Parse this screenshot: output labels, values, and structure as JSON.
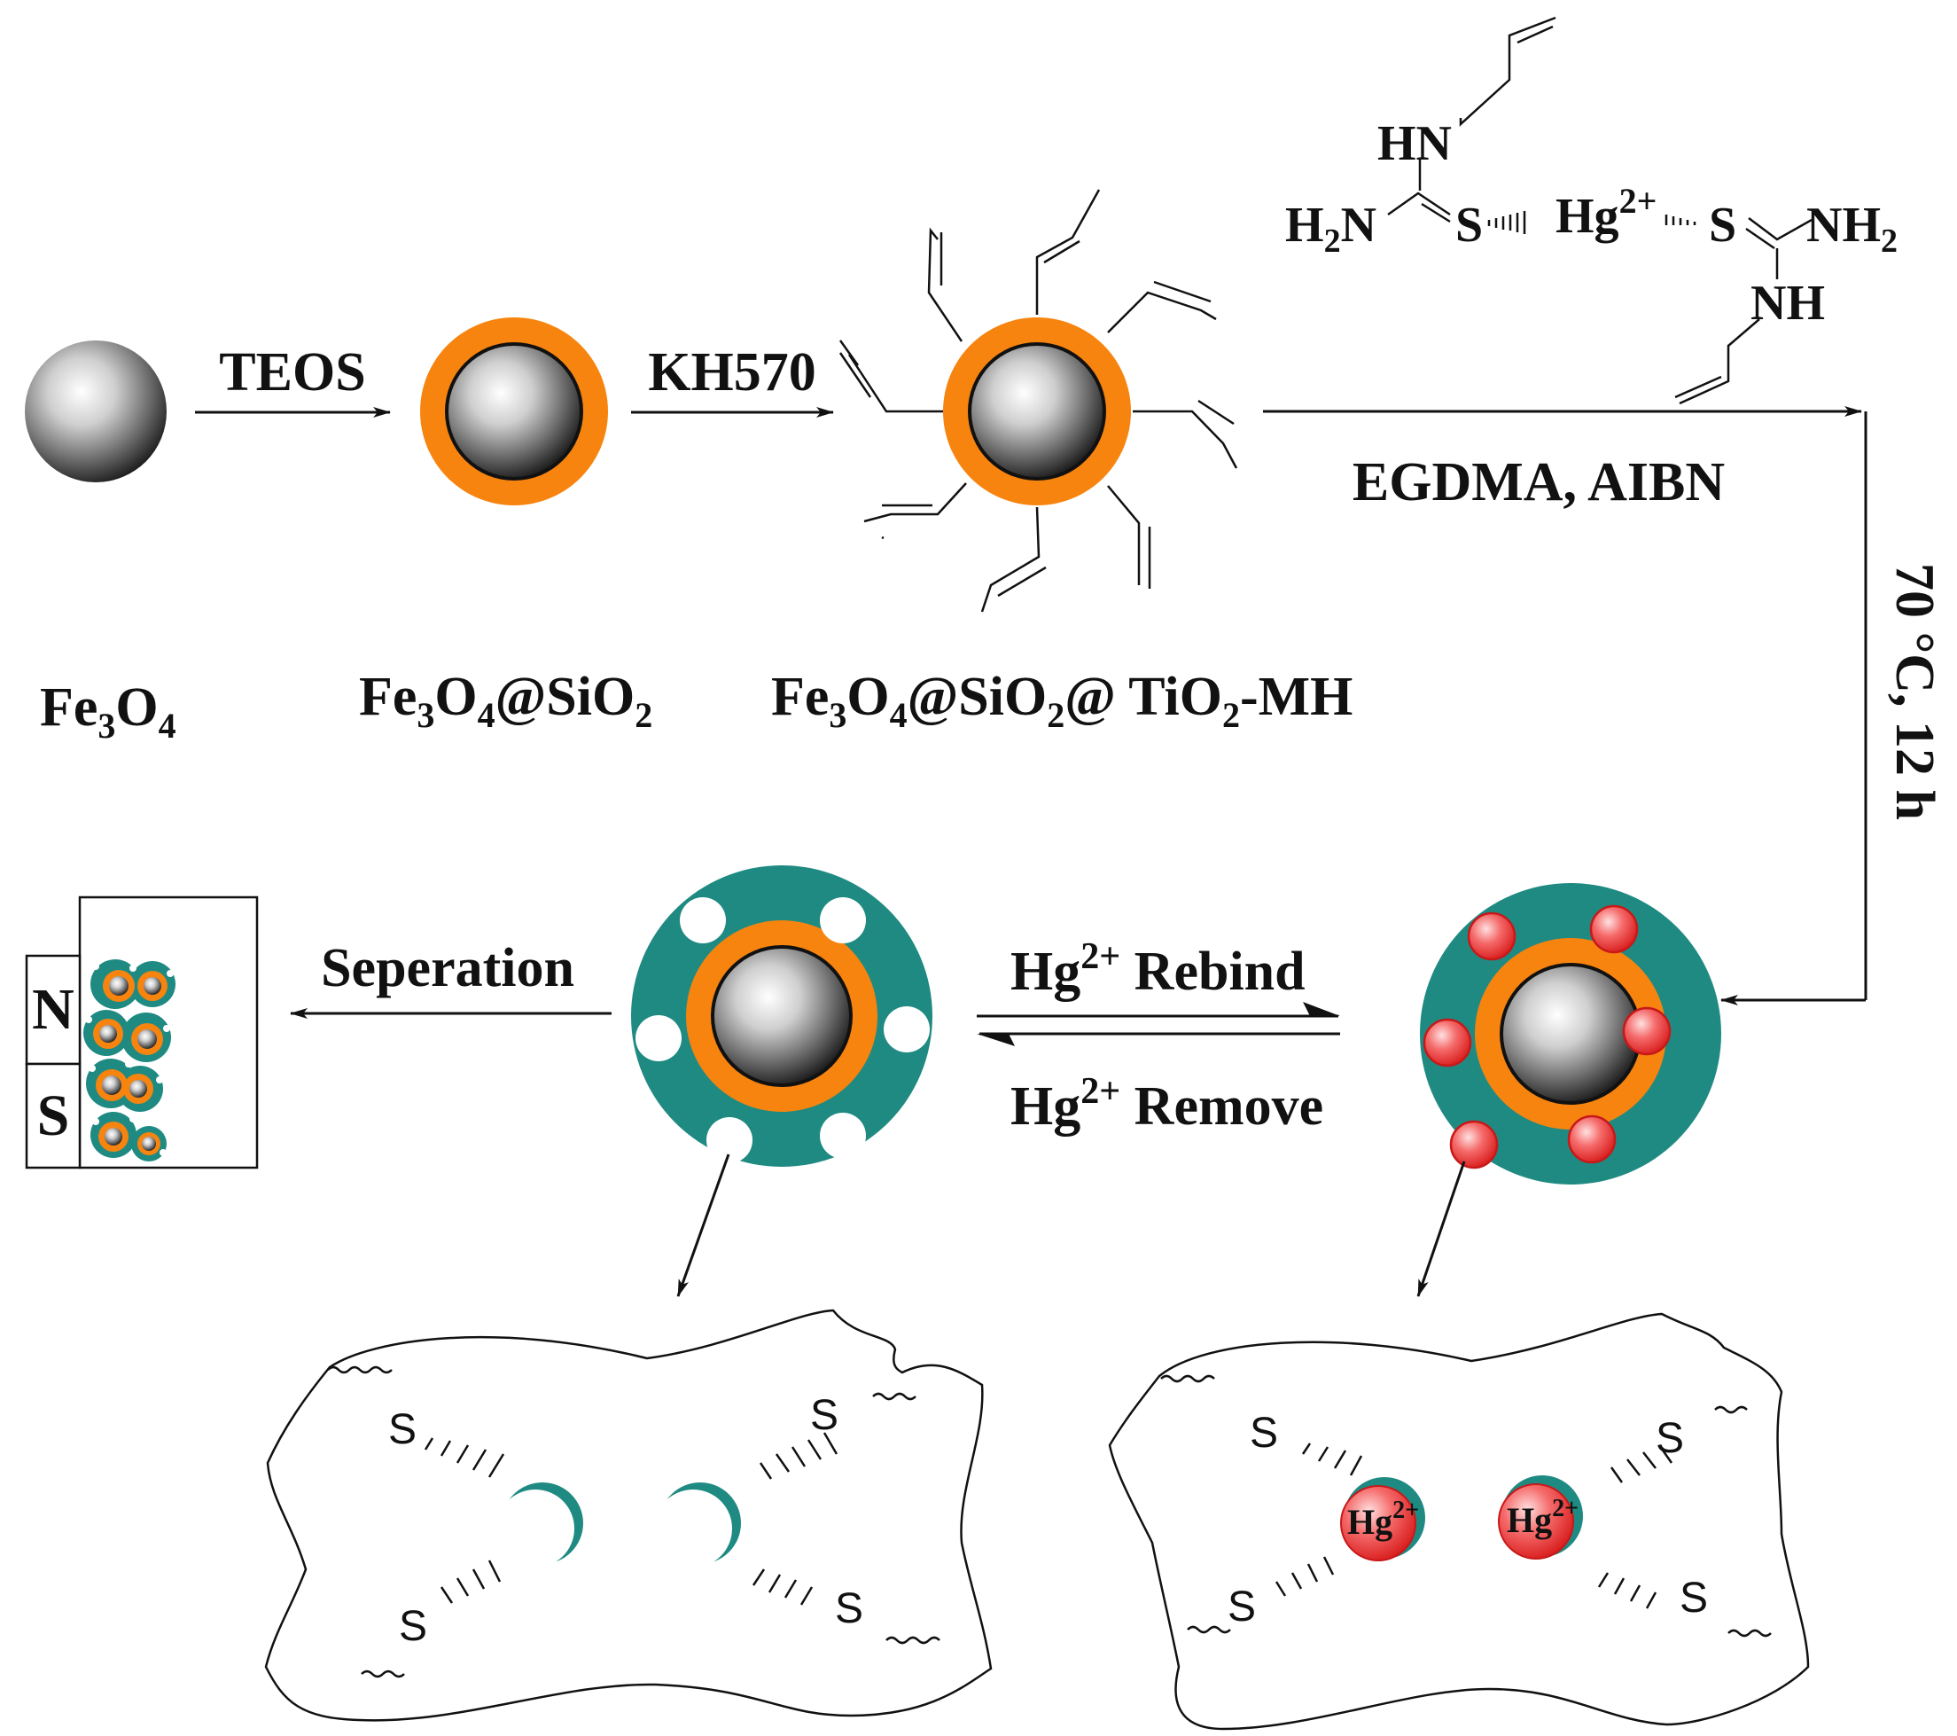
{
  "colors": {
    "core_light": "#ffffff",
    "core_dark": "#1a1a1a",
    "shell_orange": "#f7840f",
    "polymer_teal": "#1f8a82",
    "hg_red": "#f13a3a",
    "hg_highlight": "#ffd4d4",
    "line": "#111111"
  },
  "labels": {
    "fe3o4": {
      "a": "Fe",
      "b": "3",
      "c": "O",
      "d": "4"
    },
    "fe3o4_sio2": {
      "a": "Fe",
      "b": "3",
      "c": "O",
      "d": "4",
      "e": "@SiO",
      "f": "2"
    },
    "fe3o4_sio2_tio2": {
      "a": "Fe",
      "b": "3",
      "c": "O",
      "d": "4",
      "e": "@SiO",
      "f": "2",
      "g": "@ TiO",
      "h": "2",
      "i": "-MH"
    }
  },
  "reagents": {
    "teos": "TEOS",
    "kh570": "KH570",
    "egdma": "EGDMA, AIBN",
    "conditions": "70 °C, 12 h",
    "separation": "Seperation",
    "rebind_a": "Hg",
    "rebind_b": "2+",
    "rebind_c": " Rebind",
    "remove_a": "Hg",
    "remove_b": "2+",
    "remove_c": " Remove"
  },
  "complex": {
    "hn": "HN",
    "h2n_a": "H",
    "h2n_b": "2",
    "h2n_c": "N",
    "s1": "S",
    "hg_a": "Hg",
    "hg_b": "2+",
    "s2": "S",
    "nh2_a": "NH",
    "nh2_b": "2",
    "nh": "NH"
  },
  "magnet": {
    "n": "N",
    "s": "S"
  },
  "cavity": {
    "s": "S",
    "hg_a": "Hg",
    "hg_b": "2+"
  }
}
